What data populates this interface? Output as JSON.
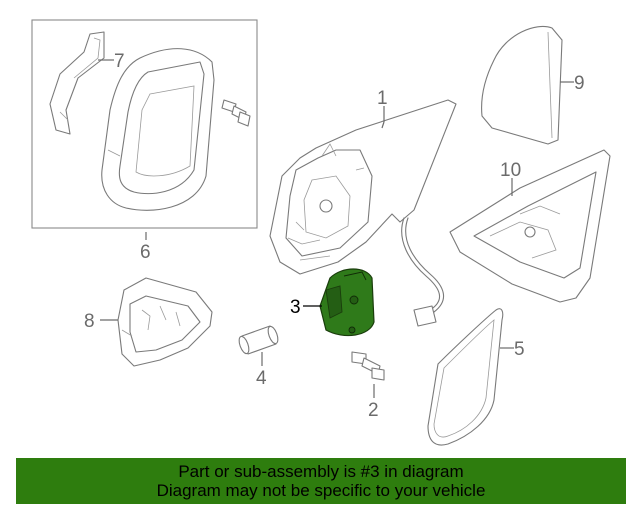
{
  "callouts": {
    "c1": "1",
    "c2": "2",
    "c3": "3",
    "c4": "4",
    "c5": "5",
    "c6": "6",
    "c7": "7",
    "c8": "8",
    "c9": "9",
    "c10": "10"
  },
  "banner": {
    "line1": "Part or sub-assembly is #3 in diagram",
    "line2": "Diagram may not be specific to your vehicle"
  },
  "colors": {
    "banner_bg": "#2e7d0e",
    "highlight_part": "#2f7a1a"
  }
}
